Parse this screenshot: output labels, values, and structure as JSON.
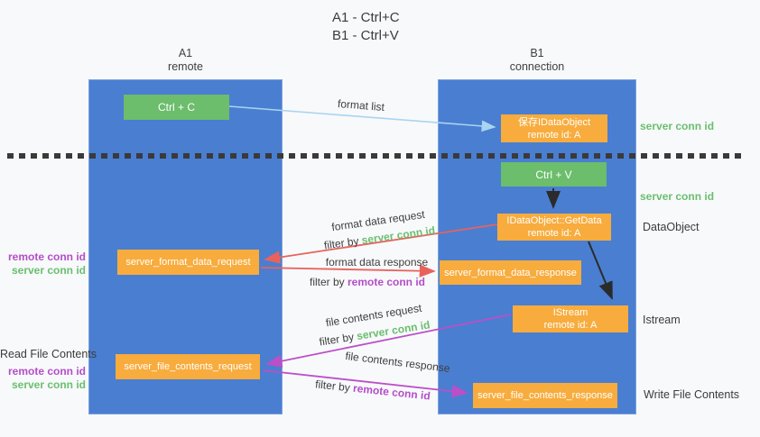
{
  "title": {
    "line1": "A1 - Ctrl+C",
    "line2": "B1 - Ctrl+V"
  },
  "lanes": {
    "a": {
      "name": "A1",
      "subtitle": "remote"
    },
    "b": {
      "name": "B1",
      "subtitle": "connection"
    }
  },
  "nodes": {
    "ctrl_c": {
      "label": "Ctrl + C"
    },
    "ctrl_v": {
      "label": "Ctrl + V"
    },
    "save_idataobject": {
      "line1": "保存IDataObject",
      "line2": "remote id: A"
    },
    "getdata": {
      "line1": "IDataObject::GetData",
      "line2": "remote id: A"
    },
    "istream": {
      "line1": "IStream",
      "line2": "remote id: A"
    },
    "format_request": {
      "label": "server_format_data_request"
    },
    "format_response": {
      "label": "server_format_data_response"
    },
    "file_request": {
      "label": "server_file_contents_request"
    },
    "file_response": {
      "label": "server_file_contents_response"
    }
  },
  "edges": {
    "format_list": {
      "label": "format list"
    },
    "format_data_request": {
      "label": "format data request",
      "filter_prefix": "filter by ",
      "filter_key": "server conn id"
    },
    "format_data_response": {
      "label": "format data response",
      "filter_prefix": "filter by ",
      "filter_key": "remote conn id"
    },
    "file_contents_request": {
      "label": "file contents request",
      "filter_prefix": "filter by ",
      "filter_key": "server conn id"
    },
    "file_contents_response": {
      "label": "file contents response",
      "filter_prefix": "filter by ",
      "filter_key": "remote conn id"
    }
  },
  "annotations": {
    "left_format_remote": "remote conn id",
    "left_format_server": "server conn id",
    "read_file_contents": "Read File Contents",
    "left_file_remote": "remote conn id",
    "left_file_server": "server conn id",
    "right_server_conn_top": "server conn id",
    "right_server_conn_mid": "server conn id",
    "right_dataobject": "DataObject",
    "right_istream": "Istream",
    "write_file_contents": "Write File Contents"
  },
  "colors": {
    "lane_blue": "#4a7ed1",
    "node_green": "#6cbd6c",
    "node_orange": "#f7ac3d",
    "arrow_light_blue": "#a9d4f0",
    "arrow_red": "#e8625c",
    "arrow_purple": "#bb4fc8",
    "arrow_black": "#2b2b2b",
    "text_green": "#6abf6f",
    "text_purple": "#b44ec8",
    "text_dark": "#3b3b3b",
    "background": "#f8f9fb",
    "dotted_line": "#3a3a3a"
  }
}
